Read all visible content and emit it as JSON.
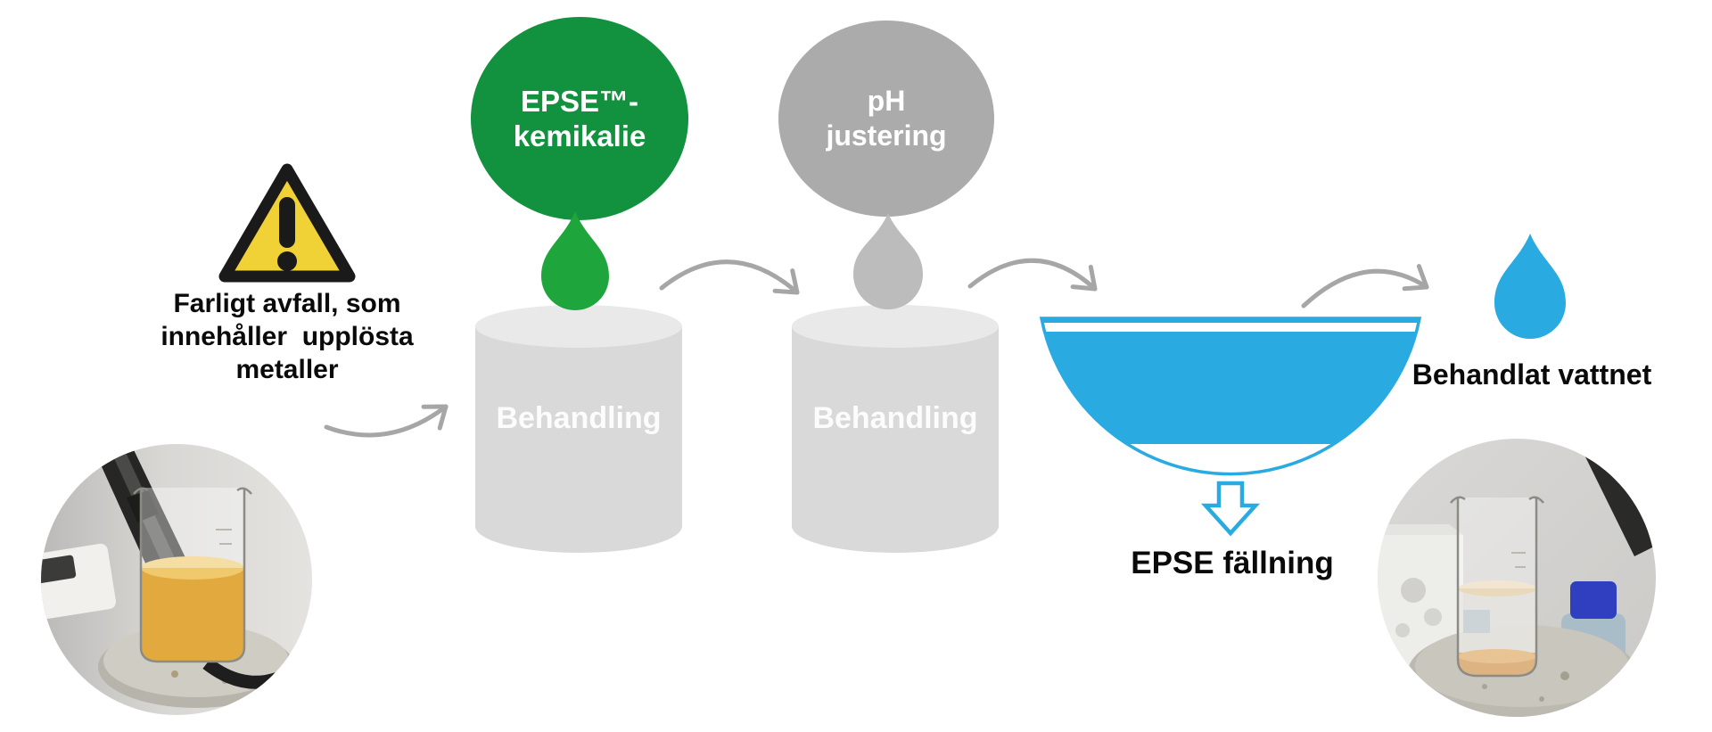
{
  "page": {
    "background": "#FFFFFF",
    "description": "EPSE water treatment process diagram"
  },
  "colors": {
    "green_circle": "#12913F",
    "green_drop": "#1EA53C",
    "gray_circle": "#ABABAB",
    "gray_drop": "#BCBCBC",
    "tank_body": "#D9D9D9",
    "tank_top": "#E9E9E9",
    "arrow_gray": "#A6A6A6",
    "process_blue": "#29ABE2",
    "warning_yellow": "#F0D236",
    "warning_border": "#1A1A1A"
  },
  "diagram": {
    "hazard": {
      "caption": "Farligt avfall, som\ninnehåller  upplösta\nmetaller"
    },
    "chemical_bubble": {
      "label": "EPSE™-\nkemikalie"
    },
    "ph_bubble": {
      "label": "pH\njustering"
    },
    "tank1": {
      "label": "Behandling"
    },
    "tank2": {
      "label": "Behandling"
    },
    "treated_water": {
      "label": "Behandlat vattnet"
    },
    "precipitate": {
      "label": "EPSE fällning"
    }
  }
}
